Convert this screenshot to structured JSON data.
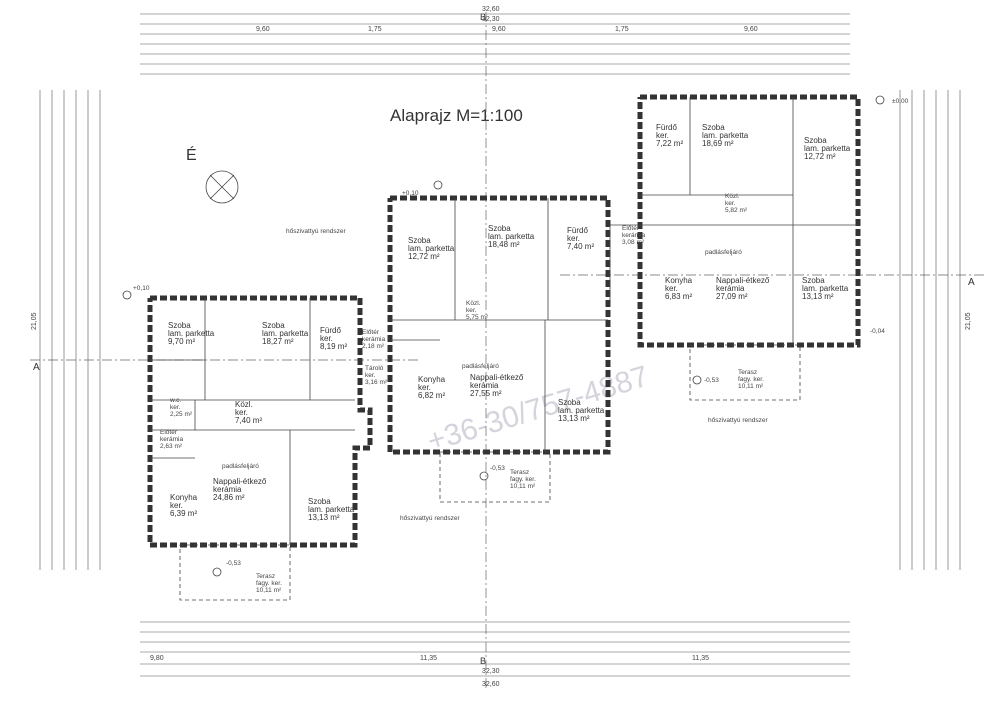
{
  "title": "Alaprajz  M=1:100",
  "north_label": "É",
  "section_marks": {
    "a": "A",
    "b": "B"
  },
  "watermark": "+36-30/757-4887",
  "notes": {
    "attic_ladder": "padlásfeljáró",
    "heat_recovery": "hőszivattyú rendszer"
  },
  "dimensions": {
    "top_total": "32,60",
    "top_sub": "32,30",
    "bottom_total": "32,60",
    "bottom_sub": "32,30",
    "top_segments": [
      "9,60",
      "1,75",
      "9,60",
      "1,75",
      "9,60"
    ],
    "bottom_segments": [
      "9,80",
      "11,35",
      "11,35"
    ],
    "left_total": "21,05",
    "right_total": "21,05"
  },
  "levels": {
    "ground": "±0,00",
    "terrace": "-0,53",
    "upper": "+0,10",
    "slab": "-0,04"
  },
  "rooms": [
    {
      "name": "Szoba",
      "floor": "lam. parketta",
      "area": "9,70 m²"
    },
    {
      "name": "Szoba",
      "floor": "lam. parketta",
      "area": "18,27 m²"
    },
    {
      "name": "Fürdő",
      "floor": "ker.",
      "area": "8,19 m²"
    },
    {
      "name": "Előtér",
      "floor": "kerámia",
      "area": "2,18 m²"
    },
    {
      "name": "w.c.",
      "floor": "ker.",
      "area": "2,25 m²"
    },
    {
      "name": "Közl.",
      "floor": "ker.",
      "area": "7,40 m²"
    },
    {
      "name": "Tároló",
      "floor": "ker.",
      "area": "3,16 m²"
    },
    {
      "name": "Előtér",
      "floor": "kerámia",
      "area": "2,63 m²"
    },
    {
      "name": "Nappali-étkező",
      "floor": "kerámia",
      "area": "24,86 m²"
    },
    {
      "name": "Konyha",
      "floor": "ker.",
      "area": "6,39 m²"
    },
    {
      "name": "Szoba",
      "floor": "lam. parketta",
      "area": "13,13 m²"
    },
    {
      "name": "Terasz",
      "floor": "fagy. ker.",
      "area": "10,11 m²"
    },
    {
      "name": "Szoba",
      "floor": "lam. parketta",
      "area": "12,72 m²"
    },
    {
      "name": "Szoba",
      "floor": "lam. parketta",
      "area": "18,48 m²"
    },
    {
      "name": "Fürdő",
      "floor": "ker.",
      "area": "7,40 m²"
    },
    {
      "name": "Közl.",
      "floor": "ker.",
      "area": "5,75 m²"
    },
    {
      "name": "Konyha",
      "floor": "ker.",
      "area": "6,82 m²"
    },
    {
      "name": "Nappali-étkező",
      "floor": "kerámia",
      "area": "27,55 m²"
    },
    {
      "name": "Szoba",
      "floor": "lam. parketta",
      "area": "13,13 m²"
    },
    {
      "name": "Terasz",
      "floor": "fagy. ker.",
      "area": "10,11 m²"
    },
    {
      "name": "Fürdő",
      "floor": "ker.",
      "area": "7,22 m²"
    },
    {
      "name": "Szoba",
      "floor": "lam. parketta",
      "area": "18,69 m²"
    },
    {
      "name": "Szoba",
      "floor": "lam. parketta",
      "area": "12,72 m²"
    },
    {
      "name": "Közl.",
      "floor": "ker.",
      "area": "5,82 m²"
    },
    {
      "name": "Előtér",
      "floor": "kerámia",
      "area": "3,08 m²"
    },
    {
      "name": "Konyha",
      "floor": "ker.",
      "area": "6,83 m²"
    },
    {
      "name": "Nappali-étkező",
      "floor": "kerámia",
      "area": "27,09 m²"
    },
    {
      "name": "Szoba",
      "floor": "lam. parketta",
      "area": "13,13 m²"
    },
    {
      "name": "Terasz",
      "floor": "fagy. ker.",
      "area": "10,11 m²"
    }
  ]
}
